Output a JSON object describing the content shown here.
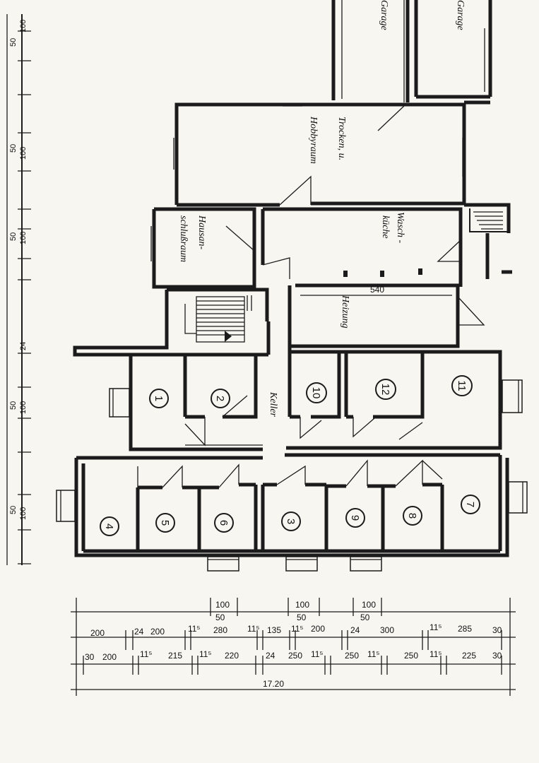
{
  "rooms": {
    "garage_left": "Garage",
    "garage_right": "Garage",
    "drying": "Trocken, u.",
    "hobby": "Hobbyraum",
    "tenant_room_a": "Hausan-",
    "tenant_room_b": "schlußraum",
    "laundry_a": "Wasch -",
    "laundry_b": "küche",
    "heating": "Heizung",
    "heating_width": "540",
    "cellar": "Keller",
    "n1": "1",
    "n2": "2",
    "n3": "3",
    "n4": "4",
    "n5": "5",
    "n6": "6",
    "n7": "7",
    "n8": "8",
    "n9": "9",
    "n10": "10",
    "n11": "11",
    "n12": "12"
  },
  "dimensions": {
    "window_top": [
      "100",
      "50"
    ],
    "row1": [
      "200",
      "24",
      "200",
      "11⁵",
      "280",
      "11⁵",
      "135",
      "11⁵",
      "200",
      "24",
      "300",
      "11⁵",
      "285",
      "30"
    ],
    "row2": [
      "30",
      "200",
      "11⁵",
      "215",
      "11⁵",
      "220",
      "24",
      "250",
      "11⁵",
      "250",
      "11⁵",
      "250",
      "11⁵",
      "225",
      "30"
    ],
    "total": "17.20"
  },
  "left_scale": {
    "big": "100",
    "small": "50",
    "mark_24": "24"
  }
}
